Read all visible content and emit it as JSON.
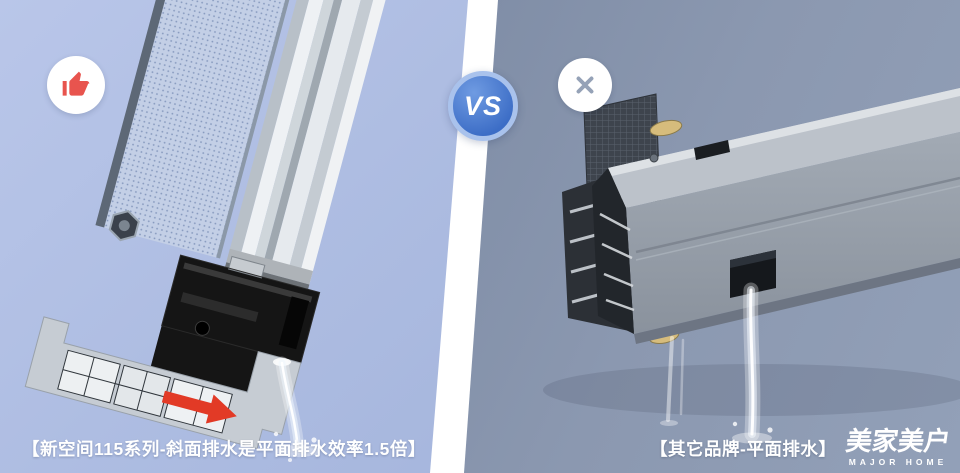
{
  "left_panel": {
    "caption": "【新空间115系列-斜面排水是平面排水效率1.5倍】",
    "badge_icon": "thumbs-up-icon",
    "bg_color": "#aebde2",
    "arrow_color": "#e23a26"
  },
  "right_panel": {
    "caption": "【其它品牌-平面排水】",
    "badge_icon": "cross-icon",
    "bg_color": "#8b98b0"
  },
  "vs_badge": {
    "label": "VS",
    "color": "#3c6dc6",
    "ring_color": "#a9c2ec"
  },
  "brand": {
    "name": "美家美户",
    "tagline": "MAJOR HOME"
  },
  "accent_colors": {
    "thumb_red": "#e8544e",
    "cross_gray": "#95a2b7",
    "water": "#eef5fd"
  }
}
